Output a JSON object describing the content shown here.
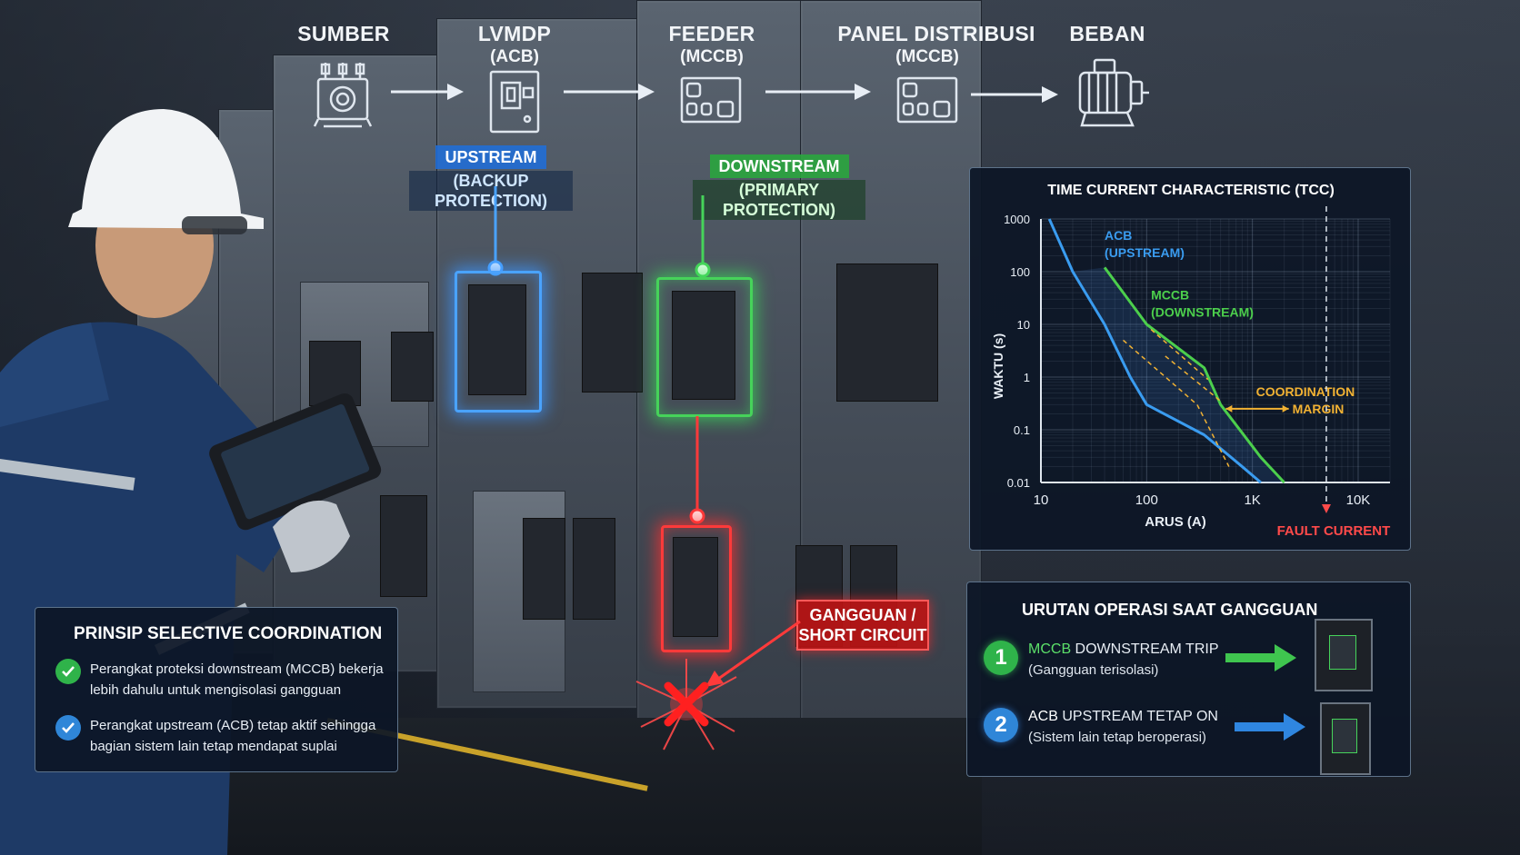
{
  "flow": {
    "steps": [
      {
        "label": "SUMBER",
        "sub": ""
      },
      {
        "label": "LVMDP",
        "sub": "(ACB)"
      },
      {
        "label": "FEEDER",
        "sub": "(MCCB)"
      },
      {
        "label": "PANEL DISTRIBUSI",
        "sub": "(MCCB)"
      },
      {
        "label": "BEBAN",
        "sub": ""
      }
    ]
  },
  "tags": {
    "upstream_line1": "UPSTREAM",
    "upstream_line2": "(BACKUP PROTECTION)",
    "downstream_line1": "DOWNSTREAM",
    "downstream_line2": "(PRIMARY PROTECTION)",
    "fault_line1": "GANGGUAN /",
    "fault_line2": "SHORT CIRCUIT"
  },
  "colors": {
    "upstream": "#4aa3ff",
    "downstream": "#46d35a",
    "fault": "#ff3a3a",
    "margin": "#f2b233"
  },
  "principles": {
    "title": "PRINSIP SELECTIVE COORDINATION",
    "items": [
      {
        "line1": "Perangkat proteksi downstream (MCCB) bekerja",
        "line2": "lebih dahulu untuk mengisolasi gangguan",
        "icon": "check-icon",
        "color": "#2fb34a"
      },
      {
        "line1": "Perangkat upstream (ACB) tetap aktif sehingga",
        "line2": "bagian sistem lain tetap mendapat suplai",
        "icon": "check-icon",
        "color": "#2f86d8"
      }
    ]
  },
  "chart_data": {
    "type": "line",
    "title": "TIME CURRENT CHARACTERISTIC (TCC)",
    "xlabel": "ARUS (A)",
    "ylabel": "WAKTU (s)",
    "x_scale": "log",
    "y_scale": "log",
    "xlim": [
      10,
      20000
    ],
    "ylim": [
      0.01,
      1000
    ],
    "x_ticks": [
      "10",
      "100",
      "1K",
      "10K"
    ],
    "y_ticks": [
      "1000",
      "100",
      "10",
      "1",
      "0.1",
      "0.01"
    ],
    "grid": true,
    "series": [
      {
        "name": "ACB (UPSTREAM)",
        "label_line1": "ACB",
        "label_line2": "(UPSTREAM)",
        "color": "#3a9cf0",
        "points": [
          [
            12,
            1000
          ],
          [
            20,
            100
          ],
          [
            40,
            10
          ],
          [
            70,
            1
          ],
          [
            100,
            0.3
          ],
          [
            350,
            0.08
          ],
          [
            800,
            0.02
          ],
          [
            1200,
            0.01
          ]
        ]
      },
      {
        "name": "MCCB (DOWNSTREAM)",
        "label_line1": "MCCB",
        "label_line2": "(DOWNSTREAM)",
        "color": "#4ccf4c",
        "points": [
          [
            40,
            120
          ],
          [
            100,
            10
          ],
          [
            350,
            1.5
          ],
          [
            500,
            0.3
          ],
          [
            1200,
            0.03
          ],
          [
            2000,
            0.01
          ]
        ]
      }
    ],
    "annotations": {
      "margin_line1": "COORDINATION",
      "margin_line2": "MARGIN",
      "fault_label": "FAULT CURRENT",
      "fault_x": 5000
    }
  },
  "sequence": {
    "title": "URUTAN OPERASI SAAT GANGGUAN",
    "steps": [
      {
        "num": "1",
        "highlight": "MCCB",
        "main": " DOWNSTREAM TRIP",
        "sub": "(Gangguan terisolasi)",
        "color": "#2fb34a"
      },
      {
        "num": "2",
        "highlight": "ACB",
        "main": " UPSTREAM TETAP ON",
        "sub": "(Sistem lain tetap beroperasi)",
        "color": "#2f86d8"
      }
    ]
  }
}
